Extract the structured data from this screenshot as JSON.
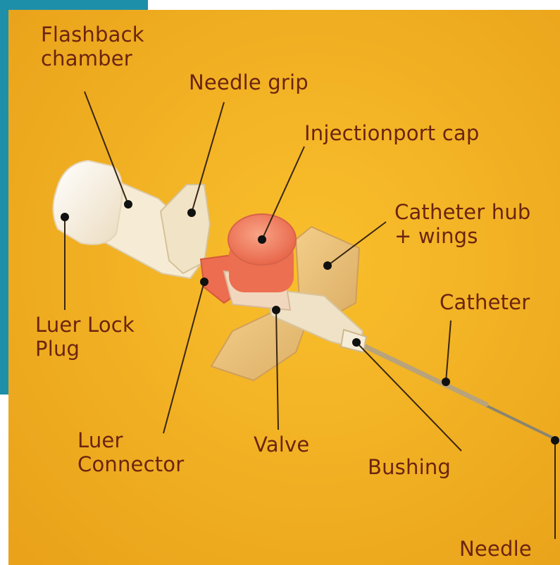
{
  "colors": {
    "background": "#f4b21f",
    "panel_blue": "#1e8fa8",
    "label_text": "#6b2410",
    "leader_line": "#3a2612",
    "marker_dot": "#111111",
    "cap_orange": "#f07a58",
    "wing_tan": "#ecc27a",
    "plug_white": "#fbf7ee"
  },
  "labels": {
    "flashback_chamber": [
      "Flashback",
      "chamber"
    ],
    "needle_grip": "Needle grip",
    "injectionport_cap": "Injectionport cap",
    "catheter_hub_wings": [
      "Catheter hub",
      "+ wings"
    ],
    "catheter": "Catheter",
    "luer_lock_plug": [
      "Luer Lock",
      "Plug"
    ],
    "luer_connector": [
      "Luer",
      "Connector"
    ],
    "valve": "Valve",
    "bushing": "Bushing",
    "needle": "Needle"
  }
}
